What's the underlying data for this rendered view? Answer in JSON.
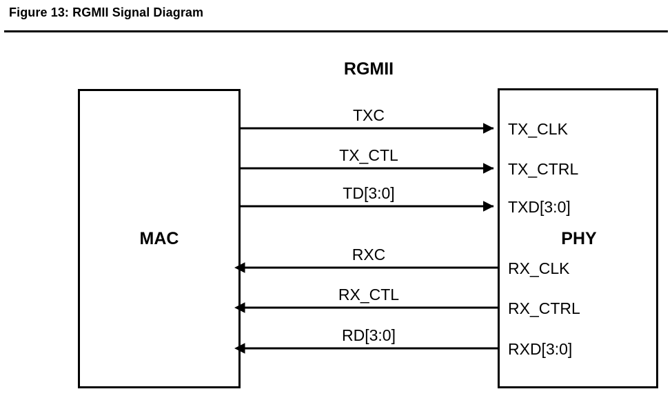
{
  "figure": {
    "caption": "Figure 13: RGMII Signal Diagram"
  },
  "diagram": {
    "bus_title": "RGMII",
    "blocks": {
      "left": {
        "label": "MAC"
      },
      "right": {
        "label": "PHY"
      }
    },
    "signals": [
      {
        "name": "TXC",
        "port": "TX_CLK",
        "direction": "right"
      },
      {
        "name": "TX_CTL",
        "port": "TX_CTRL",
        "direction": "right"
      },
      {
        "name": "TD[3:0]",
        "port": "TXD[3:0]",
        "direction": "right"
      },
      {
        "name": "RXC",
        "port": "RX_CLK",
        "direction": "left"
      },
      {
        "name": "RX_CTL",
        "port": "RX_CTRL",
        "direction": "left"
      },
      {
        "name": "RD[3:0]",
        "port": "RXD[3:0]",
        "direction": "left"
      }
    ]
  },
  "colors": {
    "ink": "#000000",
    "paper": "#ffffff"
  }
}
